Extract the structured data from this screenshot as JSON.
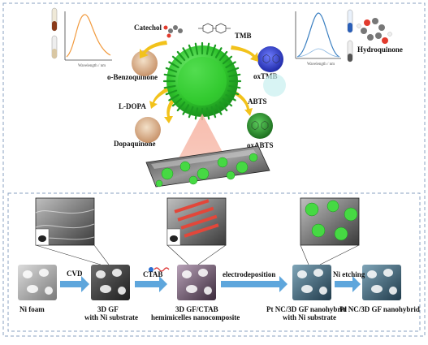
{
  "top_panel": {
    "molecules_left": [
      "Catechol",
      "o-Benzoquinone",
      "L-DOPA",
      "Dopaquinone"
    ],
    "molecules_right": [
      "TMB",
      "oxTMB",
      "ABTS",
      "oxABTS"
    ],
    "hydroquinone_label": "Hydroquinone",
    "spectrum_left_axis": "Wavelength / nm",
    "spectrum_right_axis": "Wavelength / nm"
  },
  "bottom_panel": {
    "steps": [
      {
        "label_line1": "Ni foam",
        "label_line2": ""
      },
      {
        "label_line1": "3D GF",
        "label_line2": "with Ni substrate"
      },
      {
        "label_line1": "3D GF/CTAB",
        "label_line2": "hemimicelles nanocomposite"
      },
      {
        "label_line1": "Pt NC/3D GF nanohybrid",
        "label_line2": "with Ni substrate"
      },
      {
        "label_line1": "Pt NC/3D GF nanohybrid",
        "label_line2": ""
      }
    ],
    "arrows": [
      "CVD",
      "CTAB",
      "electrodeposition",
      "Ni etching"
    ]
  },
  "colors": {
    "sphere_green": "#3dd63a",
    "yellow_arrow": "#f2c21b",
    "blue_arrow": "#5ea6dc",
    "left_curve": "#f19a3e",
    "right_curve": "#3a7fc1"
  }
}
